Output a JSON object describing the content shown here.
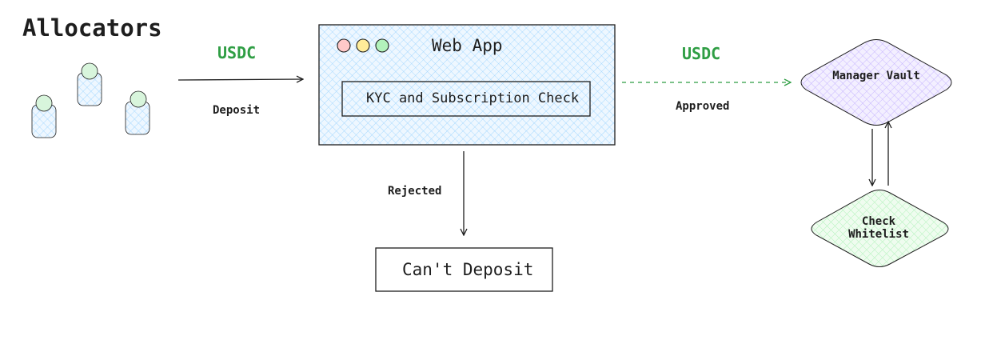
{
  "title": "Allocators",
  "flow_left": {
    "token": "USDC",
    "action": "Deposit"
  },
  "flow_right": {
    "token": "USDC",
    "action": "Approved"
  },
  "flow_down": {
    "action": "Rejected"
  },
  "web_app": {
    "title": "Web App",
    "check": "KYC and Subscription Check"
  },
  "rejected_box": "Can't Deposit",
  "manager_vault": "Manager Vault",
  "check_whitelist": "Check Whitelist",
  "colors": {
    "usdc": "#2f9e44",
    "webapp_fill": "#a5d8ff",
    "vault_fill": "#d0bfff",
    "whitelist_fill": "#b2f2bb",
    "dot_red": "#ffc9c9",
    "dot_yellow": "#ffec99",
    "dot_green": "#b2f2bb",
    "stroke": "#1e1e1e"
  }
}
